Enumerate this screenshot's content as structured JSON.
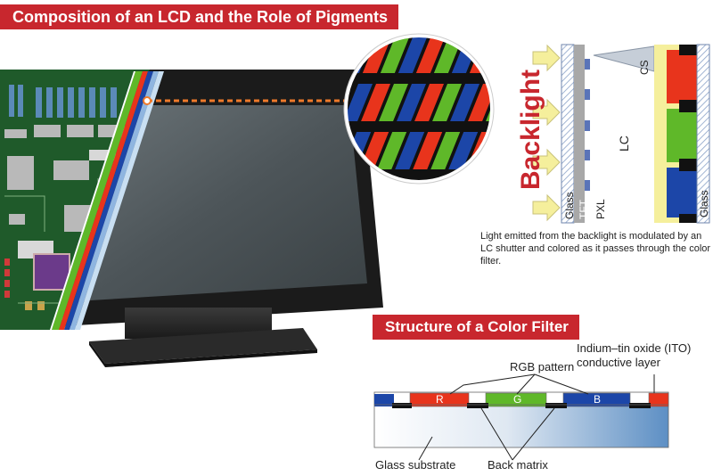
{
  "titles": {
    "main": "Composition of an LCD and the Role of Pigments",
    "color_filter": "Structure of a Color Filter"
  },
  "lc_cell": {
    "backlight": "Backlight",
    "glass_left": "Glass",
    "tft": "TFT",
    "pxl": "PXL",
    "lc": "LC",
    "cs": "CS",
    "glass_right": "Glass",
    "caption": "Light emitted from the backlight is modulated by an LC shutter and colored as it passes through the color filter."
  },
  "color_filter": {
    "ito": "Indium–tin oxide (ITO) conductive layer",
    "rgb_pattern": "RGB pattern",
    "r": "R",
    "g": "G",
    "b": "B",
    "glass_substrate": "Glass substrate",
    "black_matrix": "Back matrix"
  },
  "colors": {
    "accent": "#c8272e",
    "red": "#e8341c",
    "green": "#5fb829",
    "blue": "#1c46a8",
    "arrow": "#f5ef9c"
  }
}
